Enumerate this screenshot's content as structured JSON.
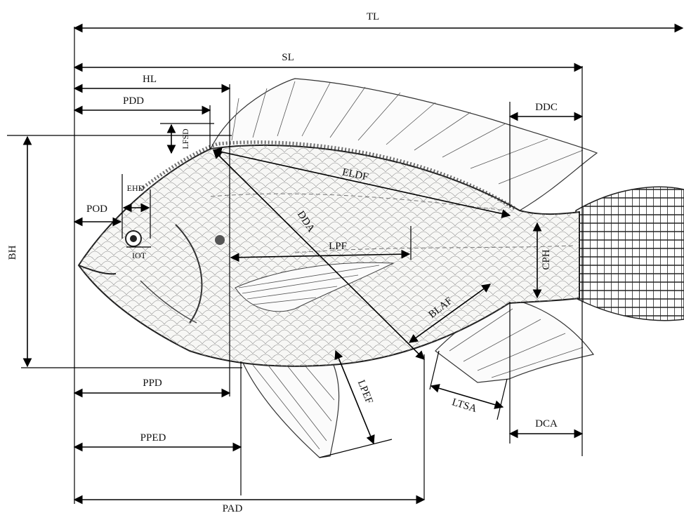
{
  "labels": {
    "tl": "TL",
    "sl": "SL",
    "hl": "HL",
    "pdd": "PDD",
    "lfsd": "LFSD",
    "ddc": "DDC",
    "ehd": "EHD",
    "pod": "POD",
    "iot": "IOT",
    "bh": "BH",
    "eldf": "ELDF",
    "dda": "DDA",
    "lpf": "LPF",
    "cph": "CPH",
    "blaf": "BLAF",
    "ppd": "PPD",
    "lpef": "LPEF",
    "ltsa": "LTSA",
    "dca": "DCA",
    "pped": "PPED",
    "pad": "PAD"
  }
}
